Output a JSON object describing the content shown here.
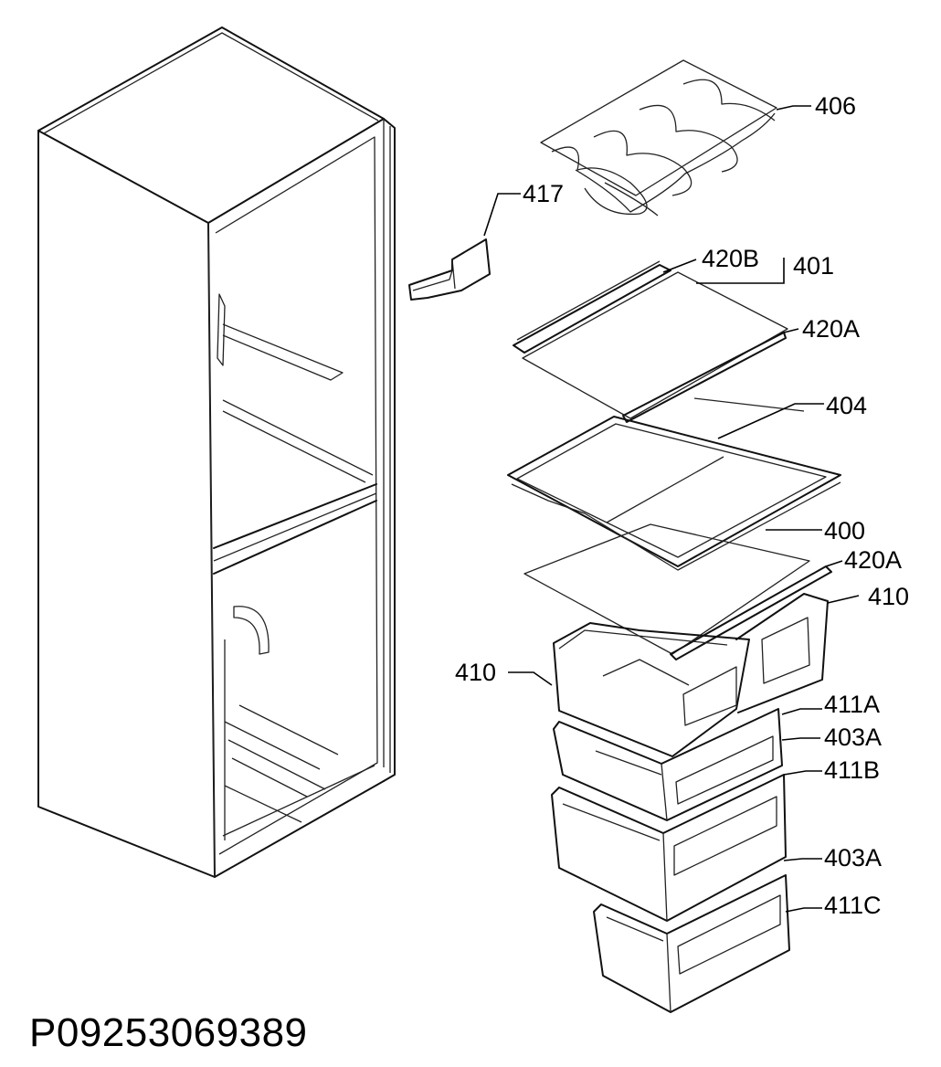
{
  "diagram": {
    "labels": {
      "p406": "406",
      "p417": "417",
      "p420B": "420B",
      "p401": "401",
      "p420A_top": "420A",
      "p404": "404",
      "p400": "400",
      "p420A_mid": "420A",
      "p410_right": "410",
      "p410_left": "410",
      "p411A": "411A",
      "p403A_top": "403A",
      "p411B": "411B",
      "p403A_bottom": "403A",
      "p411C": "411C"
    },
    "part_code": "P09253069389"
  }
}
